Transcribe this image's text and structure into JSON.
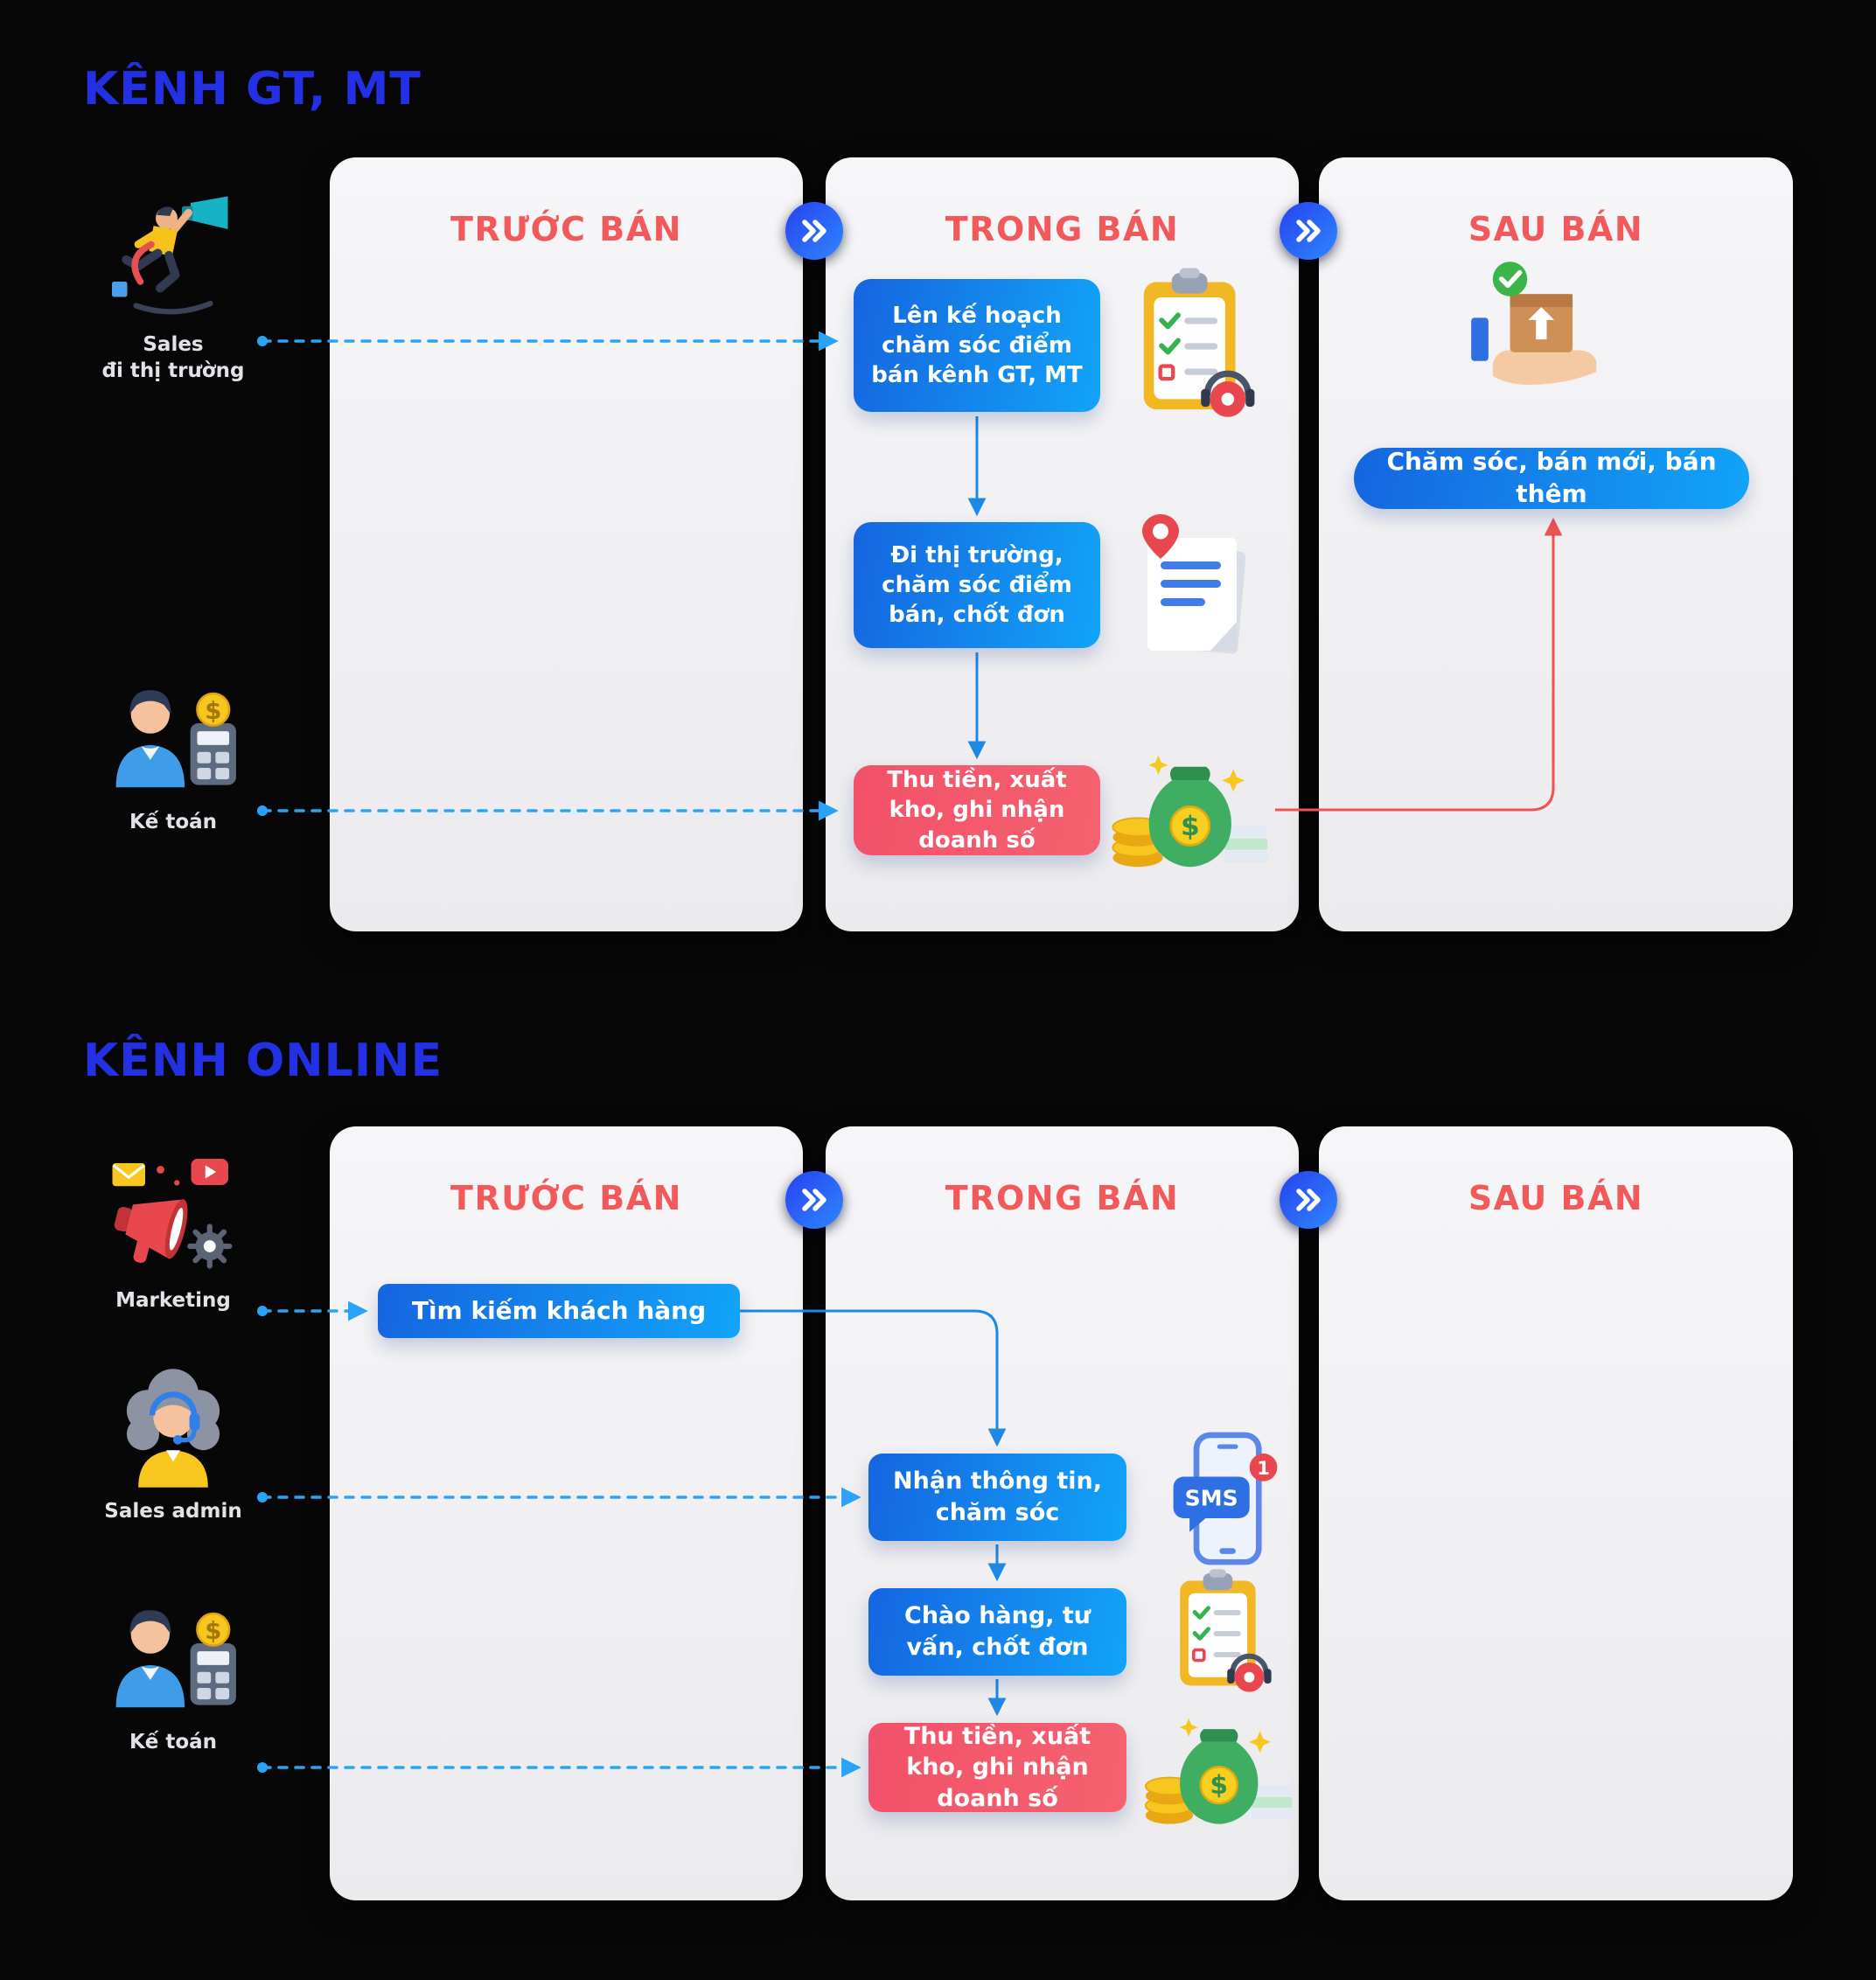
{
  "page": {
    "background": "#070708"
  },
  "colors": {
    "section_title": "#2430e4",
    "column_header": "#f2595a",
    "panel_background": "#f1f1f4",
    "step_blue_gradient": [
      "#1565e0",
      "#12a4f8"
    ],
    "step_red_gradient": [
      "#f25169",
      "#f5626f"
    ],
    "dashed_arrow": "#2aa3f7",
    "flow_arrow": "#1e88e5",
    "red_connector": "#ef5350",
    "chevron_badge": [
      "#2742ee",
      "#2e86ff"
    ],
    "actor_label": "#e2e3e8"
  },
  "sections": [
    {
      "title": "KÊNH GT, MT",
      "columns": [
        {
          "header": "TRƯỚC BÁN"
        },
        {
          "header": "TRONG BÁN"
        },
        {
          "header": "SAU BÁN"
        }
      ],
      "actors": [
        {
          "id": "sales-rep",
          "lines": [
            "Sales",
            "đi thị trường"
          ]
        },
        {
          "id": "accountant",
          "lines": [
            "Kế toán"
          ]
        }
      ],
      "steps": [
        {
          "label": "Lên kế hoạch chăm sóc điểm bán kênh GT, MT",
          "style": "blue",
          "icon": "clipboard-checklist"
        },
        {
          "label": "Đi thị trường, chăm sóc điểm bán, chốt đơn",
          "style": "blue",
          "icon": "note-pin"
        },
        {
          "label": "Thu tiền, xuất kho, ghi nhận doanh số",
          "style": "red",
          "icon": "money-bag"
        }
      ],
      "after_sale": {
        "label": "Chăm sóc, bán mới, bán thêm",
        "icon": "package-delivered"
      }
    },
    {
      "title": "KÊNH ONLINE",
      "columns": [
        {
          "header": "TRƯỚC BÁN"
        },
        {
          "header": "TRONG BÁN"
        },
        {
          "header": "SAU BÁN"
        }
      ],
      "actors": [
        {
          "id": "marketing",
          "lines": [
            "Marketing"
          ]
        },
        {
          "id": "sales-admin",
          "lines": [
            "Sales admin"
          ]
        },
        {
          "id": "accountant",
          "lines": [
            "Kế toán"
          ]
        }
      ],
      "pre_sale_step": {
        "label": "Tìm kiếm khách hàng",
        "style": "blue"
      },
      "steps": [
        {
          "label": "Nhận thông tin, chăm sóc",
          "style": "blue",
          "icon": "sms-phone"
        },
        {
          "label": "Chào hàng, tư vấn, chốt đơn",
          "style": "blue",
          "icon": "clipboard-checklist"
        },
        {
          "label": "Thu tiền, xuất kho, ghi nhận doanh số",
          "style": "red",
          "icon": "money-bag"
        }
      ]
    }
  ],
  "icon_labels": {
    "sms": "SMS",
    "sms_badge": "1",
    "dollar": "$"
  }
}
